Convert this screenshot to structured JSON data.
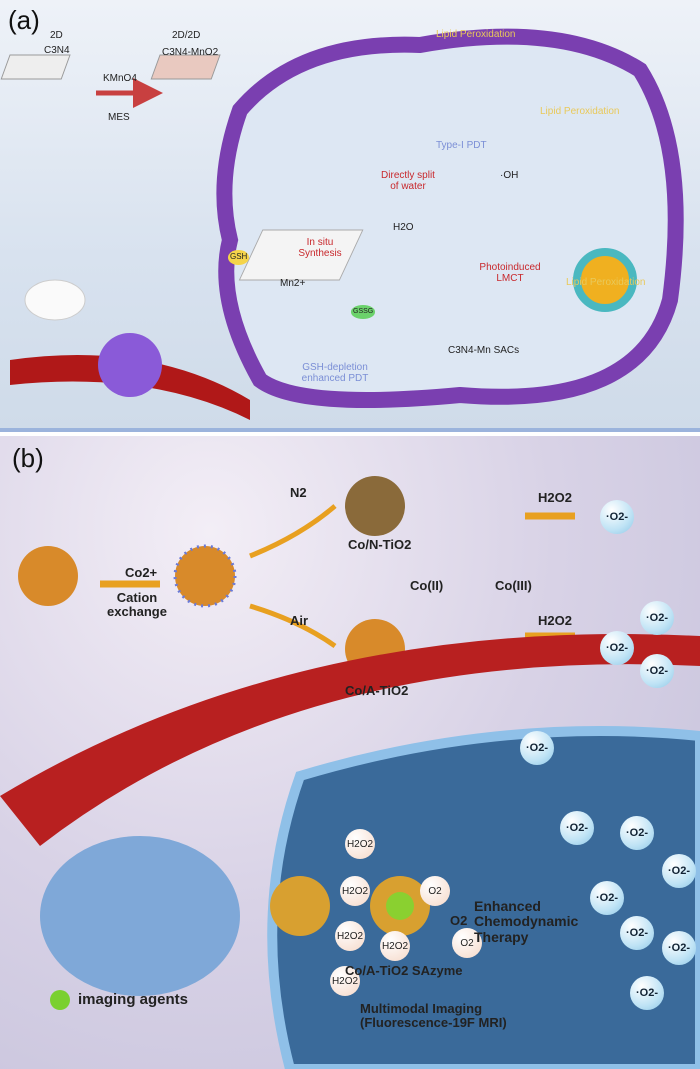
{
  "panel_a": {
    "label": "(a)",
    "c3n4_top": "2D",
    "c3n4": "C3N4",
    "reagent_top": "KMnO4",
    "reagent_bottom": "MES",
    "product_top": "2D/2D",
    "product": "C3N4-MnO2",
    "lipid_1": "Lipid Peroxidation",
    "lipid_2": "Lipid Peroxidation",
    "lipid_3": "Lipid Peroxidation",
    "type1": "Type-I PDT",
    "oh": "·OH",
    "split": "Directly split of water",
    "h2o": "H2O",
    "insitu": "In situ Synthesis",
    "gsh": "GSH",
    "mn": "Mn2+",
    "lmct": "Photoinduced LMCT",
    "gssg": "GSSG",
    "sacs": "C3N4-Mn SACs",
    "depletion": "GSH-depletion enhanced PDT"
  },
  "panel_b": {
    "label": "(b)",
    "co2": "Co2+",
    "cation": "Cation exchange",
    "n2": "N2",
    "air": "Air",
    "con": "Co/N-TiO2",
    "coa": "Co/A-TiO2",
    "co2_legend": "Co(II)",
    "co3_legend": "Co(III)",
    "h2o2_top": "H2O2",
    "h2o2_mid": "H2O2",
    "o2r": [
      "·O2-",
      "·O2-",
      "·O2-",
      "·O2-"
    ],
    "h2o2_cell": [
      "H2O2",
      "H2O2",
      "H2O2",
      "H2O2",
      "H2O2"
    ],
    "o2_cell": [
      "O2",
      "O2",
      "O2"
    ],
    "therapy": "Enhanced Chemodynamic Therapy",
    "sazyme": "Co/A-TiO2 SAzyme",
    "imaging": "Multimodal Imaging (Fluorescence-19F MRI)",
    "agents": "imaging agents",
    "o2_burst": [
      "·O2-",
      "·O2-",
      "·O2-",
      "·O2-",
      "·O2-",
      "·O2-",
      "·O2-",
      "·O2-"
    ]
  }
}
